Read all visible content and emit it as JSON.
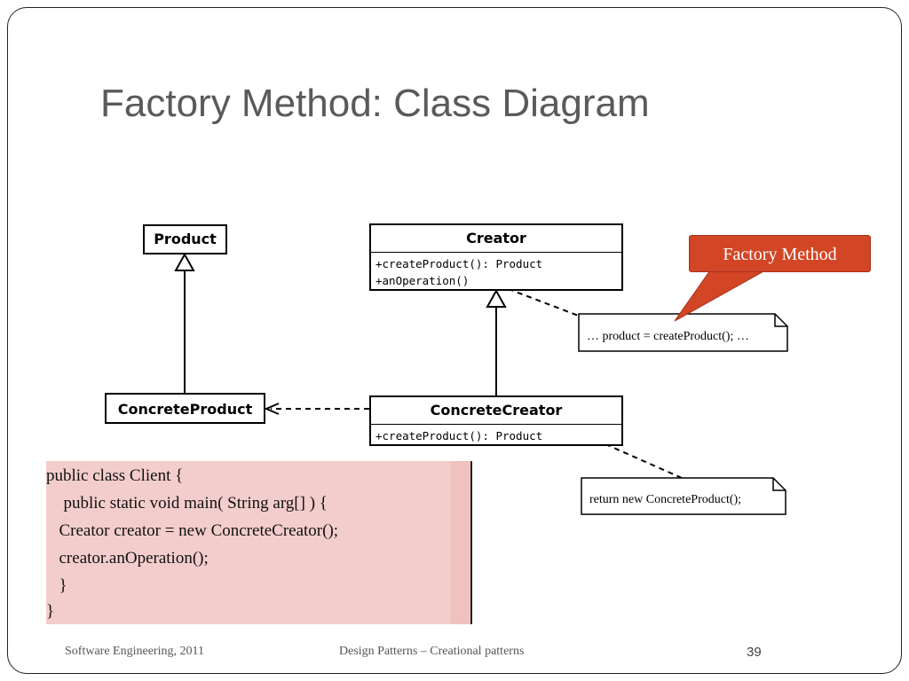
{
  "title": "Factory Method: Class Diagram",
  "classes": {
    "product": {
      "name": "Product"
    },
    "concrete_product": {
      "name": "ConcreteProduct"
    },
    "creator": {
      "name": "Creator",
      "operations": [
        "+createProduct(): Product",
        "+anOperation()"
      ]
    },
    "concrete_creator": {
      "name": "ConcreteCreator",
      "operations": [
        "+createProduct(): Product"
      ]
    }
  },
  "notes": {
    "an_operation": "… product = createProduct(); …",
    "create_product": "return new ConcreteProduct();"
  },
  "callout": {
    "label": "Factory Method",
    "color": "#d24625"
  },
  "code": {
    "lines": [
      "public class Client {",
      "  public static void main( String arg[] ) {",
      "  Creator creator = new ConcreteCreator();",
      "  creator.anOperation();",
      "  }",
      "}"
    ],
    "background": "#f3cdcb"
  },
  "footer": {
    "left": "Software Engineering, 2011",
    "center": "Design Patterns – Creational patterns",
    "page": "39"
  }
}
